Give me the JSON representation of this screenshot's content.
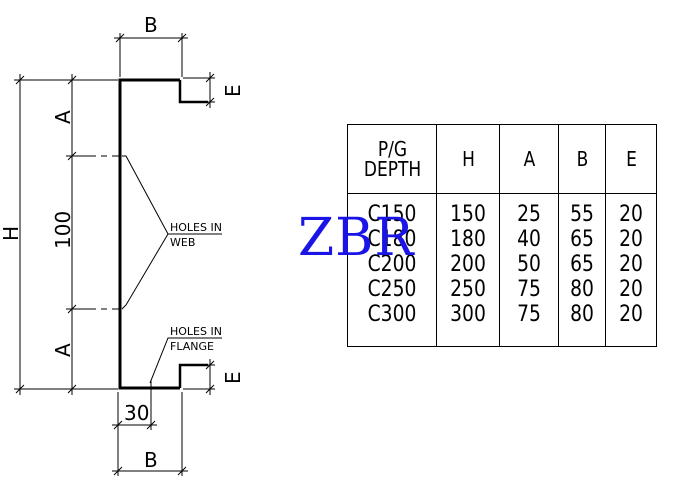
{
  "drawing": {
    "dim_B_top": "B",
    "dim_B_bottom": "B",
    "dim_E_top": "E",
    "dim_E_bottom": "E",
    "dim_H": "H",
    "dim_A_top": "A",
    "dim_A_bottom": "A",
    "dim_100": "100",
    "dim_30": "30",
    "holes_web_line1": "HOLES IN",
    "holes_web_line2": "WEB",
    "holes_flange_line1": "HOLES IN",
    "holes_flange_line2": "FLANGE"
  },
  "table": {
    "headers": {
      "depth_line1": "P/G",
      "depth_line2": "DEPTH",
      "h": "H",
      "a": "A",
      "b": "B",
      "e": "E"
    },
    "columns": {
      "depth": [
        "C150",
        "C180",
        "C200",
        "C250",
        "C300"
      ],
      "h": [
        "150",
        "180",
        "200",
        "250",
        "300"
      ],
      "a": [
        "25",
        "40",
        "50",
        "75",
        "75"
      ],
      "b": [
        "55",
        "65",
        "65",
        "80",
        "80"
      ],
      "e": [
        "20",
        "20",
        "20",
        "20",
        "20"
      ]
    }
  },
  "watermark": {
    "text": "ZBR",
    "color": "#1a14e6"
  }
}
